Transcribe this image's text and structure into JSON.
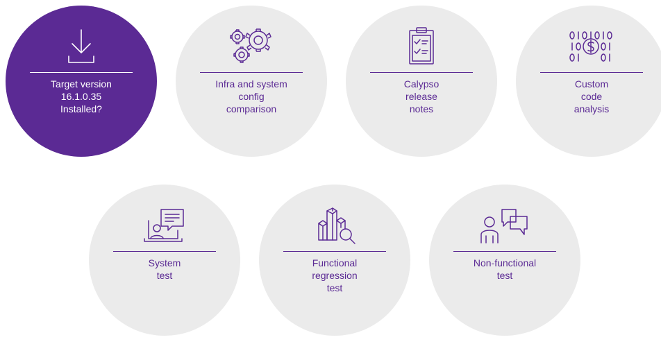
{
  "colors": {
    "accent": "#5b2a94",
    "circle_background": "#ebebeb",
    "active_text": "#ffffff"
  },
  "steps": [
    {
      "icon": "download-icon",
      "active": true,
      "lines": [
        "Target version",
        "16.1.0.35",
        "Installed?"
      ]
    },
    {
      "icon": "gears-icon",
      "active": false,
      "lines": [
        "Infra and system",
        "config",
        "comparison"
      ]
    },
    {
      "icon": "checklist-clipboard-icon",
      "active": false,
      "lines": [
        "Calypso",
        "release",
        "notes"
      ]
    },
    {
      "icon": "binary-code-dollar-icon",
      "active": false,
      "lines": [
        "Custom",
        "code",
        "analysis"
      ]
    },
    {
      "icon": "video-call-chat-icon",
      "active": false,
      "lines": [
        "System",
        "test"
      ]
    },
    {
      "icon": "bar-chart-magnifier-icon",
      "active": false,
      "lines": [
        "Functional",
        "regression",
        "test"
      ]
    },
    {
      "icon": "person-speech-bubbles-icon",
      "active": false,
      "lines": [
        "Non-functional",
        "test"
      ]
    }
  ]
}
